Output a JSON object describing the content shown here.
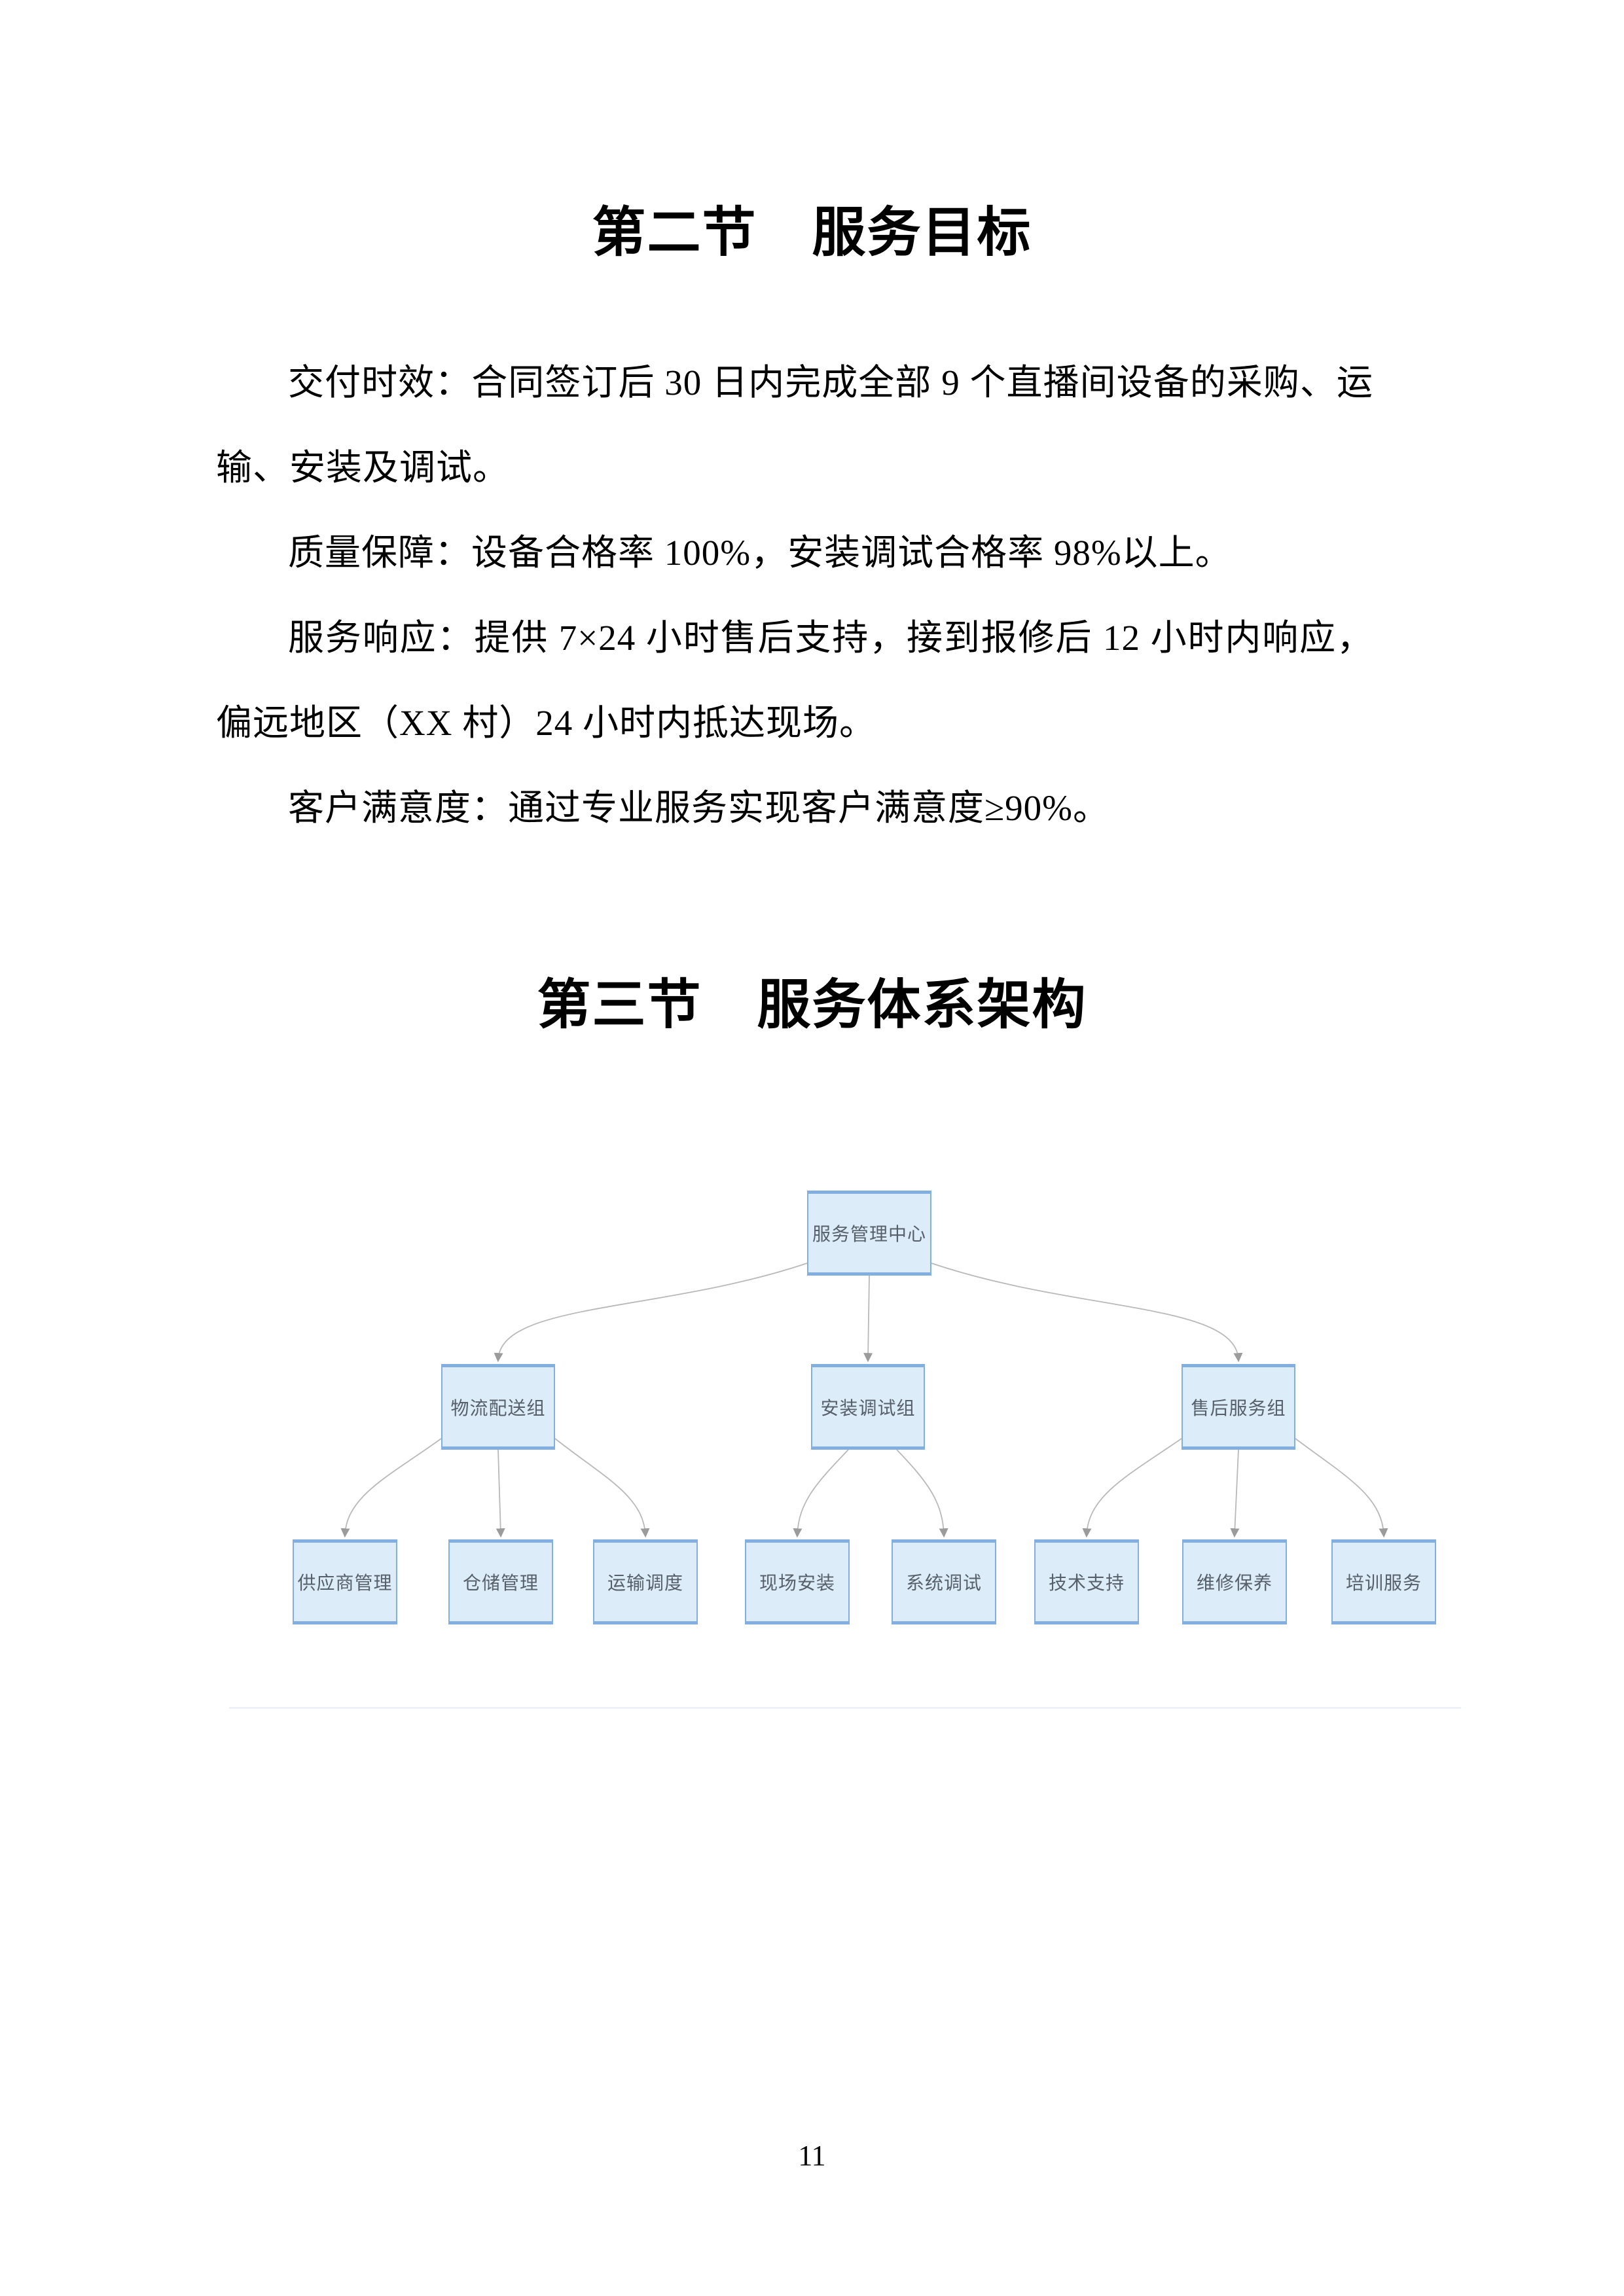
{
  "document": {
    "section2_title": "第二节　服务目标",
    "paragraphs": [
      "交付时效：合同签订后 30 日内完成全部 9 个直播间设备的采购、运输、安装及调试。",
      "质量保障：设备合格率 100%，安装调试合格率 98%以上。",
      "服务响应：提供 7×24 小时售后支持，接到报修后 12 小时内响应，偏远地区（XX 村）24 小时内抵达现场。",
      "客户满意度：通过专业服务实现客户满意度≥90%。"
    ],
    "section3_title": "第三节　服务体系架构",
    "page_number": "11"
  },
  "org_chart": {
    "root_label": "服务管理中心",
    "groups": [
      {
        "label": "物流配送组",
        "children": [
          "供应商管理",
          "仓储管理",
          "运输调度"
        ]
      },
      {
        "label": "安装调试组",
        "children": [
          "现场安装",
          "系统调试"
        ]
      },
      {
        "label": "售后服务组",
        "children": [
          "技术支持",
          "维修保养",
          "培训服务"
        ]
      }
    ],
    "colors": {
      "box_fill": "#dcedf9",
      "box_border": "#83afe0",
      "line": "#b9b9b9",
      "arrow": "#9b9b9b",
      "node_text": "#57606a",
      "divider": "#eef1f6"
    }
  }
}
